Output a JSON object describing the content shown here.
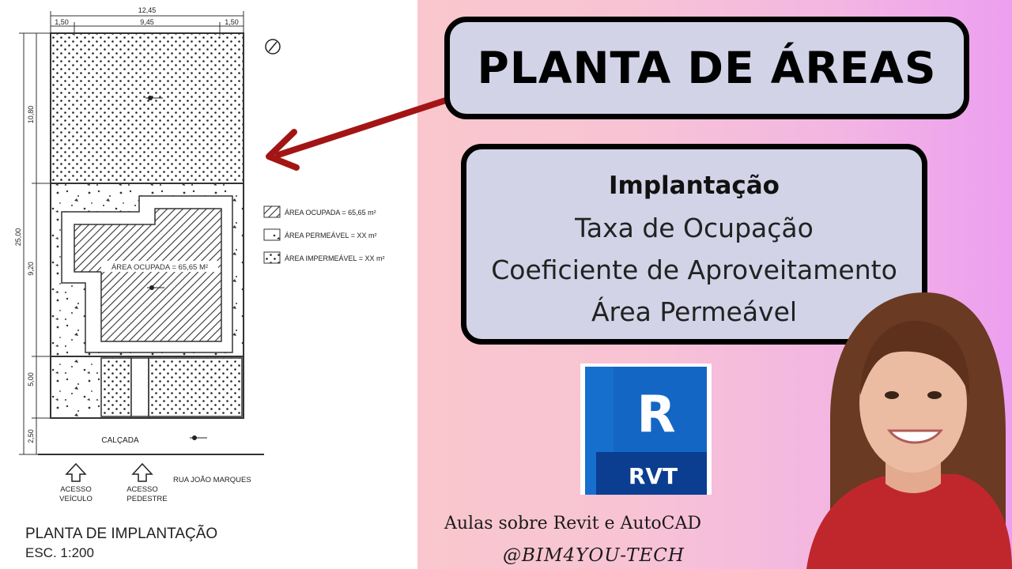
{
  "title": "PLANTA DE ÁREAS",
  "info": {
    "heading": "Implantação",
    "lines": [
      "Taxa de Ocupação",
      "Coeficiente de Aproveitamento",
      "Área Permeável"
    ]
  },
  "logo": {
    "letter": "R",
    "label": "RVT"
  },
  "footer": {
    "line1": "Aulas sobre Revit e AutoCAD",
    "line2": "@BIM4YOU-TECH"
  },
  "drawing": {
    "dims": {
      "total_width": "12,45",
      "left": "1,50",
      "middle": "9,45",
      "right": "1,50",
      "total_height": "25,00",
      "h1": "10,80",
      "h2": "9,20",
      "h3": "5,00",
      "h4": "2,50"
    },
    "legend": [
      "ÁREA OCUPADA = 65,65 m²",
      "ÁREA PERMEÁVEL = XX m²",
      "ÁREA IMPERMEÁVEL = XX m²"
    ],
    "building_label": "ÁREA OCUPADA = 65,65 M²",
    "sidewalk": "CALÇADA",
    "street": "RUA JOÃO MARQUES",
    "access_vehicle": [
      "ACESSO",
      "VEÍCULO"
    ],
    "access_pedestrian": [
      "ACESSO",
      "PEDESTRE"
    ],
    "plan_title": "PLANTA DE IMPLANTAÇÃO",
    "scale": "ESC. 1:200"
  },
  "colors": {
    "box_fill": "#d2d3e7",
    "arrow": "#a31515",
    "revit_blue": "#1466c4"
  },
  "icons": [
    "north-arrow-icon",
    "up-arrow-icon",
    "revit-logo-icon"
  ]
}
